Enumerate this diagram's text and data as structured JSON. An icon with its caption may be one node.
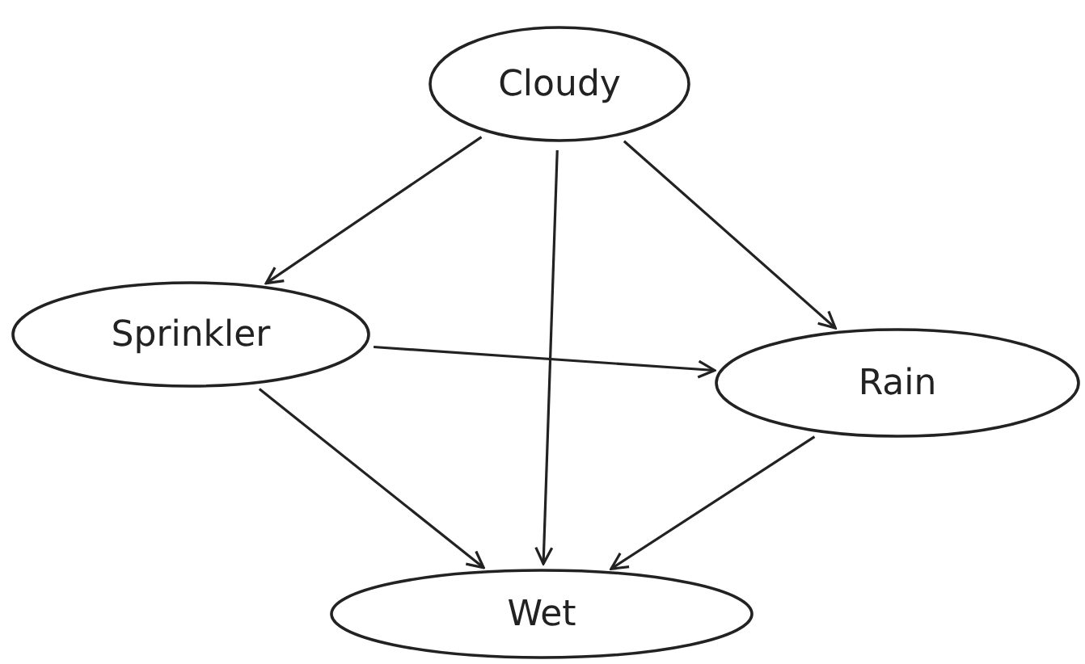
{
  "diagram": {
    "nodes": [
      {
        "text": [
          "Cloudy"
        ]
      },
      {
        "text": [
          "Sprinkler"
        ]
      },
      {
        "text": [
          "Rain"
        ]
      },
      {
        "text": [
          "Wet"
        ]
      }
    ],
    "edges": [
      {
        "from": 0,
        "to": 1,
        "arrow": "to"
      },
      {
        "from": 0,
        "to": 3,
        "arrow": "to"
      },
      {
        "from": 0,
        "to": 2,
        "arrow": "to"
      },
      {
        "from": 1,
        "to": 2,
        "arrow": "to"
      },
      {
        "from": 1,
        "to": 3,
        "arrow": "to"
      },
      {
        "from": 2,
        "to": 3,
        "arrow": "to"
      }
    ]
  }
}
